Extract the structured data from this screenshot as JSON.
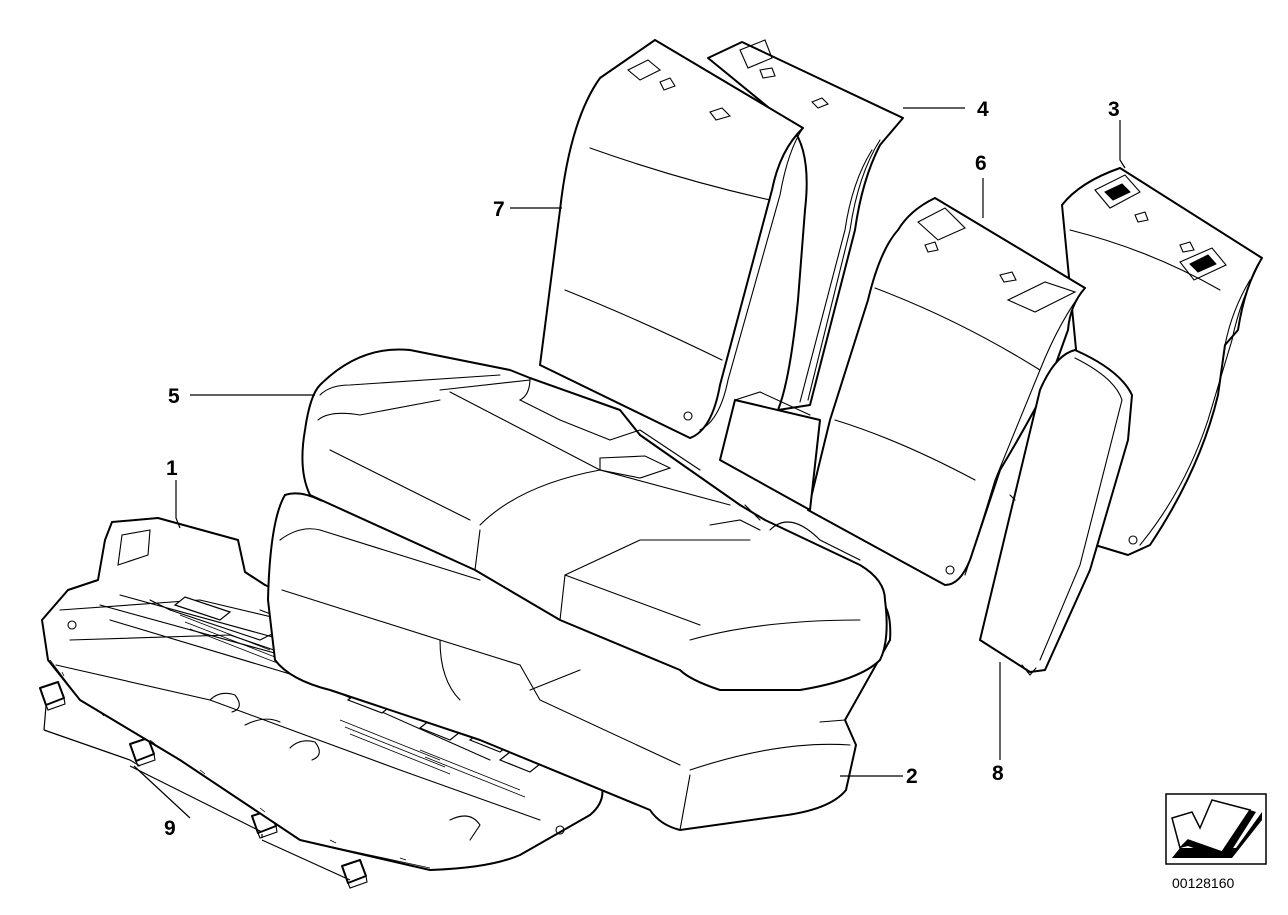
{
  "diagram": {
    "callouts": [
      {
        "id": "c1",
        "text": "1"
      },
      {
        "id": "c2",
        "text": "2"
      },
      {
        "id": "c3",
        "text": "3"
      },
      {
        "id": "c4",
        "text": "4"
      },
      {
        "id": "c5",
        "text": "5"
      },
      {
        "id": "c6",
        "text": "6"
      },
      {
        "id": "c7",
        "text": "7"
      },
      {
        "id": "c8",
        "text": "8"
      },
      {
        "id": "c9",
        "text": "9"
      }
    ],
    "document_number": "00128160"
  },
  "colors": {
    "ink": "#000000",
    "paper": "#ffffff"
  }
}
